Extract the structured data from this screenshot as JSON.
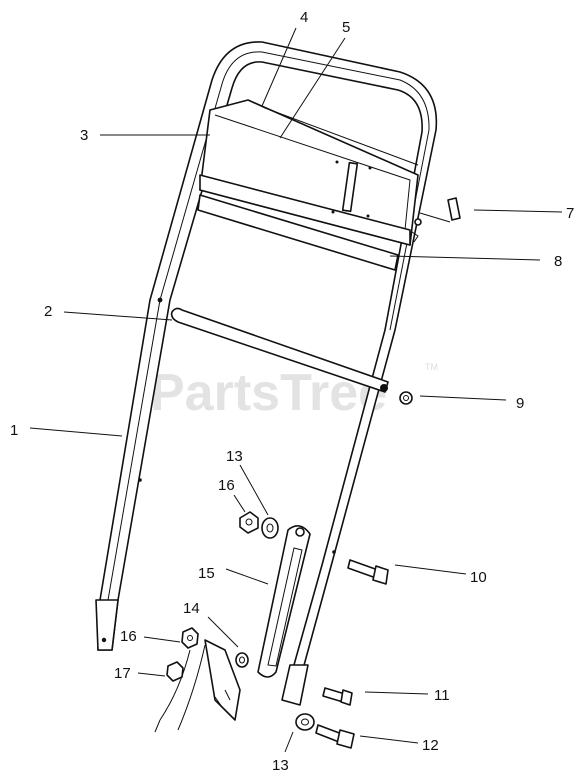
{
  "watermark": {
    "text": "PartsTree",
    "trademark": "TM"
  },
  "callouts": [
    {
      "id": "c1",
      "label": "1"
    },
    {
      "id": "c2",
      "label": "2"
    },
    {
      "id": "c3",
      "label": "3"
    },
    {
      "id": "c4",
      "label": "4"
    },
    {
      "id": "c5",
      "label": "5"
    },
    {
      "id": "c7",
      "label": "7"
    },
    {
      "id": "c8",
      "label": "8"
    },
    {
      "id": "c9",
      "label": "9"
    },
    {
      "id": "c10",
      "label": "10"
    },
    {
      "id": "c11",
      "label": "11"
    },
    {
      "id": "c12",
      "label": "12"
    },
    {
      "id": "c13a",
      "label": "13"
    },
    {
      "id": "c13b",
      "label": "13"
    },
    {
      "id": "c14",
      "label": "14"
    },
    {
      "id": "c15",
      "label": "15"
    },
    {
      "id": "c16a",
      "label": "16"
    },
    {
      "id": "c16b",
      "label": "16"
    },
    {
      "id": "c17",
      "label": "17"
    }
  ]
}
